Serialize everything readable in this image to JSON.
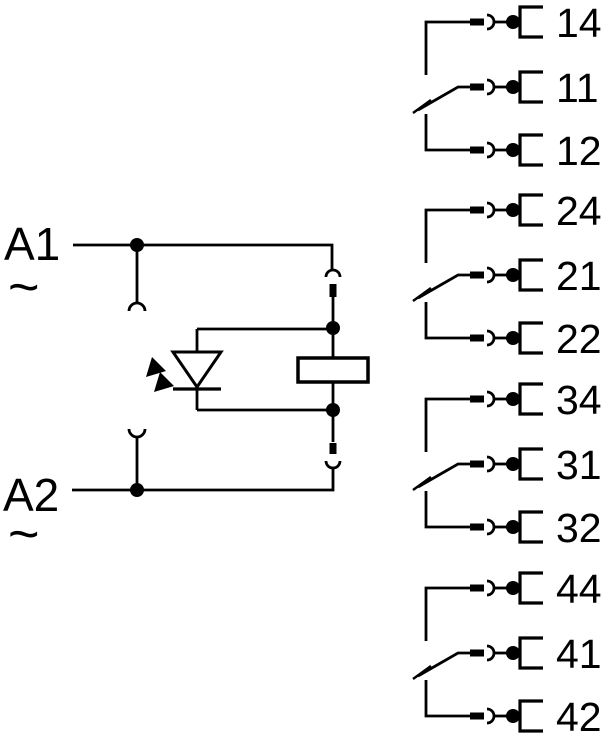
{
  "colors": {
    "line": "#000000",
    "background": "#ffffff"
  },
  "coil_section": {
    "a1_label": "A1",
    "a1_wave": "~",
    "a2_label": "A2",
    "a2_wave": "~"
  },
  "contact_groups": [
    {
      "no": "14",
      "com": "11",
      "nc": "12"
    },
    {
      "no": "24",
      "com": "21",
      "nc": "22"
    },
    {
      "no": "34",
      "com": "31",
      "nc": "32"
    },
    {
      "no": "44",
      "com": "41",
      "nc": "42"
    }
  ]
}
